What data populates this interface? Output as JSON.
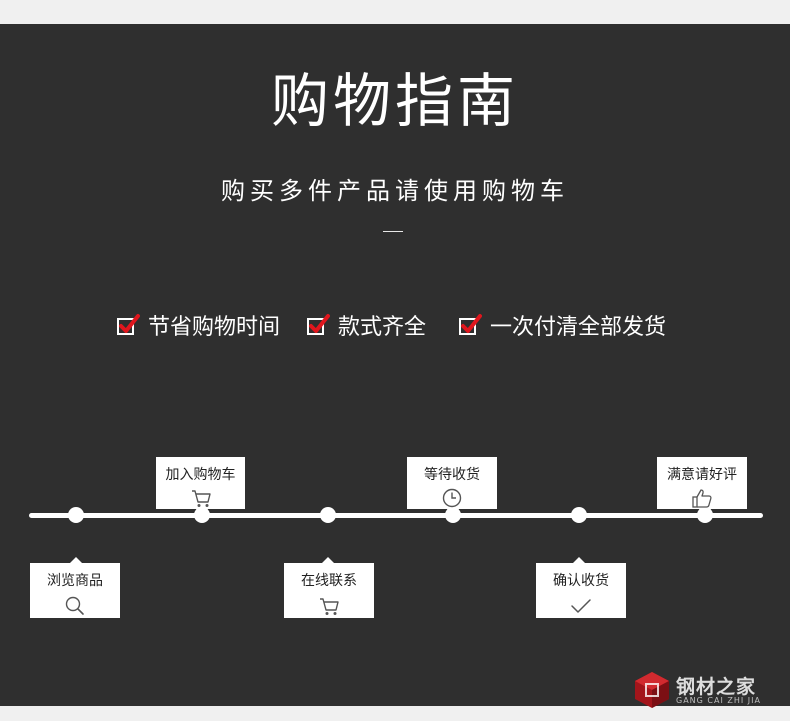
{
  "header": {
    "title": "购物指南",
    "subtitle": "购买多件产品请使用购物车"
  },
  "features": [
    {
      "label": "节省购物时间",
      "icon": "checkbox-check-icon"
    },
    {
      "label": "款式齐全",
      "icon": "checkbox-check-icon"
    },
    {
      "label": "一次付清全部发货",
      "icon": "checkbox-check-icon"
    }
  ],
  "steps": [
    {
      "label": "浏览商品",
      "icon": "search-icon",
      "position": "below"
    },
    {
      "label": "加入购物车",
      "icon": "cart-icon",
      "position": "above"
    },
    {
      "label": "在线联系",
      "icon": "cart-icon",
      "position": "below"
    },
    {
      "label": "等待收货",
      "icon": "clock-icon",
      "position": "above"
    },
    {
      "label": "确认收货",
      "icon": "checkmark-icon",
      "position": "below"
    },
    {
      "label": "满意请好评",
      "icon": "thumbs-up-icon",
      "position": "above"
    }
  ],
  "watermark": {
    "name": "钢材之家",
    "pinyin": "GANG CAI ZHI JIA"
  },
  "colors": {
    "panel_background": "#2f2f2f",
    "accent_red": "#e0161d",
    "text_light": "#ffffff",
    "step_box": "#ffffff"
  }
}
